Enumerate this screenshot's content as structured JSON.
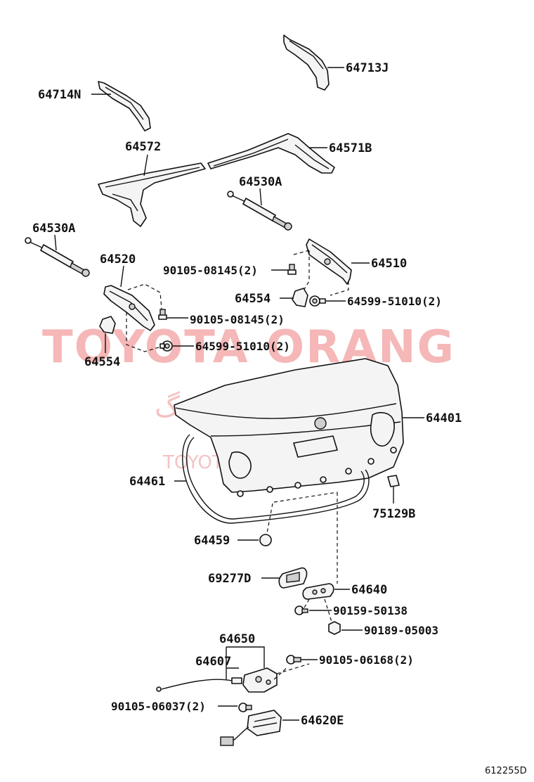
{
  "watermark": {
    "main": "TOYOTA ORANG",
    "persian": "تویوتا اورنگ",
    "url": "TOYOTAPART.IR"
  },
  "diagram_code": "612255D",
  "labels": {
    "p64713J": "64713J",
    "p64714N": "64714N",
    "p64572": "64572",
    "p64571B": "64571B",
    "p64530A_right": "64530A",
    "p64530A_left": "64530A",
    "p64520": "64520",
    "p64510": "64510",
    "p90105_08145_right": "90105-08145(2)",
    "p64554_right": "64554",
    "p64599_51010_right": "64599-51010(2)",
    "p90105_08145_left": "90105-08145(2)",
    "p64599_51010_left": "64599-51010(2)",
    "p64554_left": "64554",
    "p64401": "64401",
    "p64461": "64461",
    "p75129B": "75129B",
    "p64459": "64459",
    "p69277D": "69277D",
    "p64640": "64640",
    "p90159_50138": "90159-50138",
    "p90189_05003": "90189-05003",
    "p64650": "64650",
    "p64607": "64607",
    "p90105_06168": "90105-06168(2)",
    "p90105_06037": "90105-06037(2)",
    "p64620E": "64620E"
  }
}
